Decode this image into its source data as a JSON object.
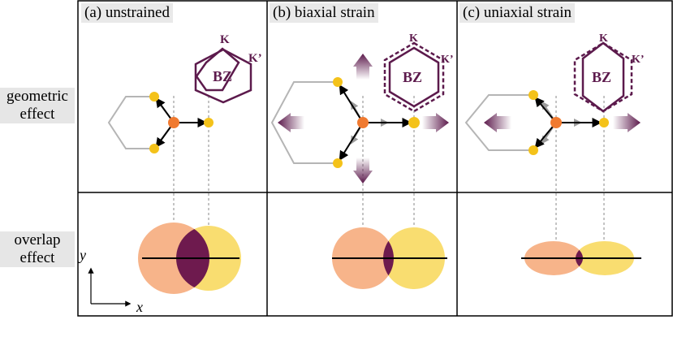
{
  "row_labels": {
    "geometric": [
      "geometric",
      "effect"
    ],
    "overlap": [
      "overlap",
      "effect"
    ]
  },
  "panels": [
    {
      "title": "(a) unstrained",
      "bz_label": "BZ",
      "k_label": "K",
      "kprime_label": "K’"
    },
    {
      "title": "(b) biaxial strain",
      "bz_label": "BZ",
      "k_label": "K",
      "kprime_label": "K’"
    },
    {
      "title": "(c) uniaxial strain",
      "bz_label": "BZ",
      "k_label": "K",
      "kprime_label": "K’"
    }
  ],
  "axes": {
    "x_label": "x",
    "y_label": "y"
  },
  "colors": {
    "purple": "#5c1a4c",
    "orange_atom": "#f07a30",
    "yellow_atom": "#f4c21a",
    "orange_orbital": "#f7b48a",
    "yellow_orbital": "#f9dd70",
    "overlap": "#6e1a4e",
    "hexagon": "#b5b5b5"
  }
}
